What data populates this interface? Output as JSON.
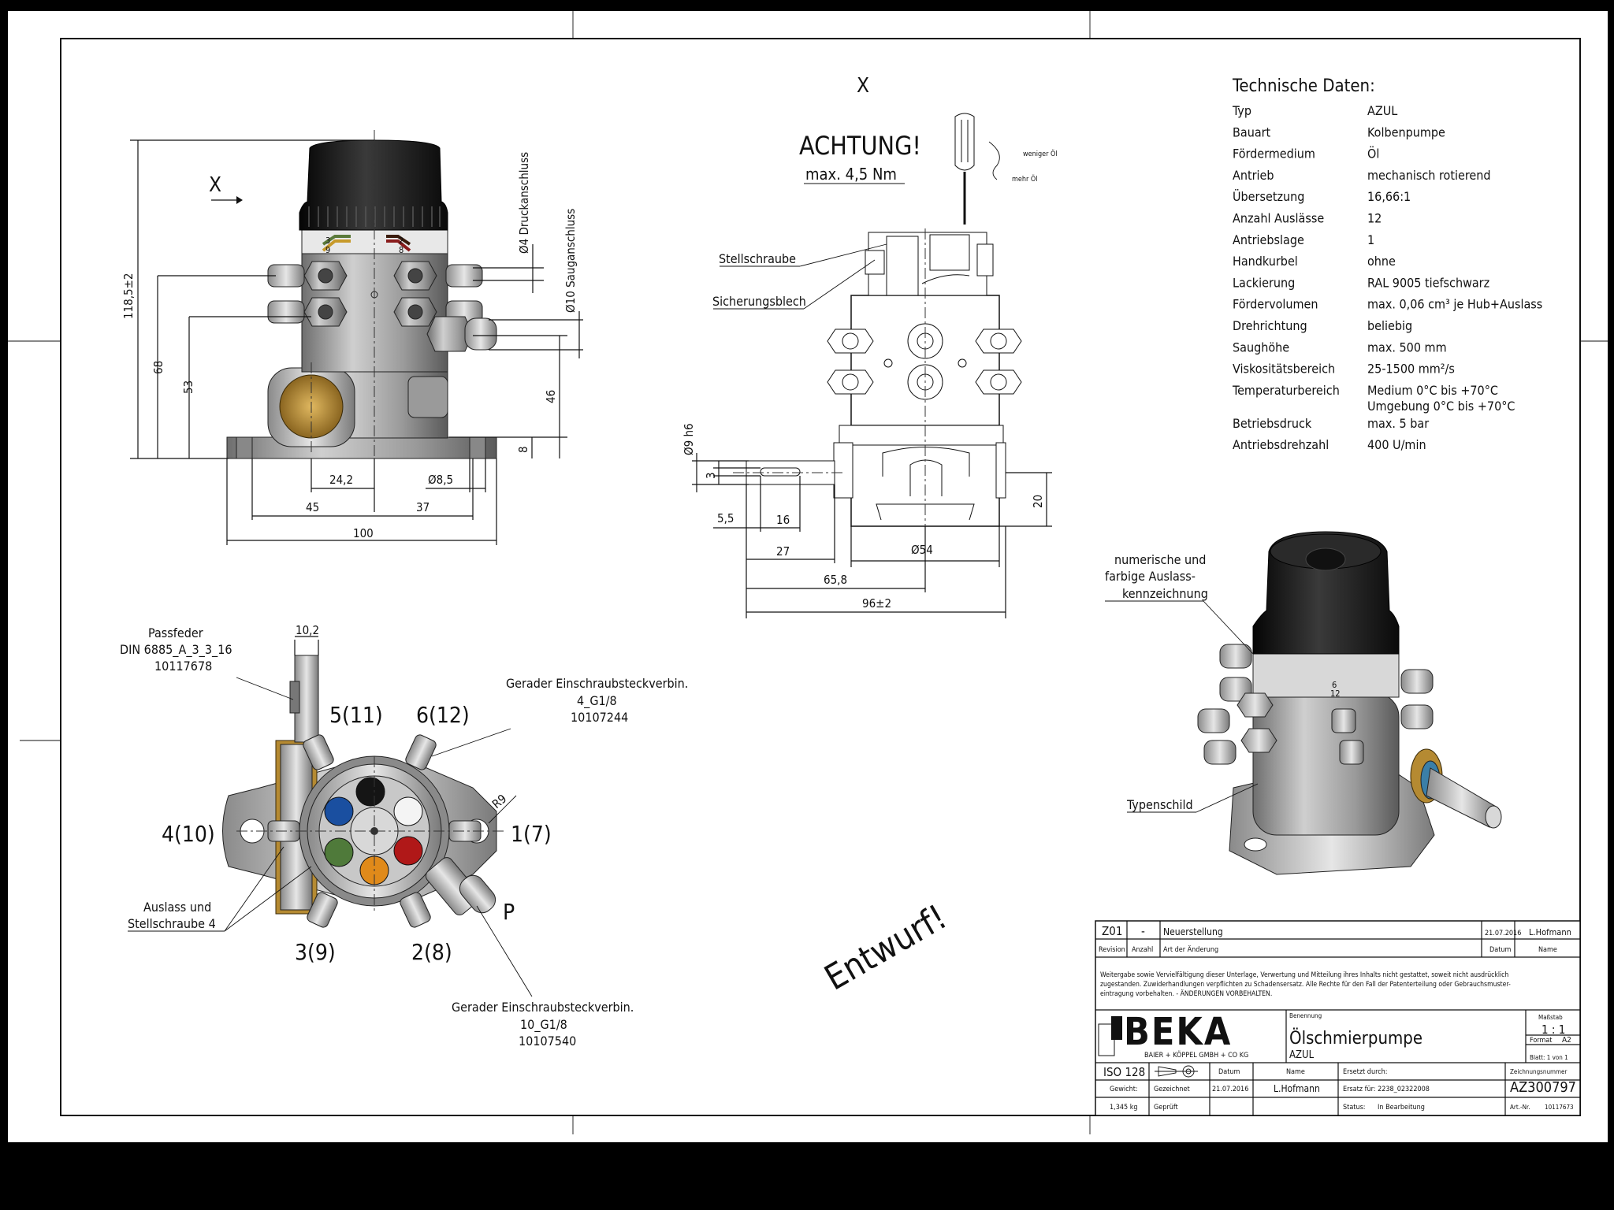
{
  "view_x_label": "X",
  "view_x_marker": "X",
  "warning": {
    "title": "ACHTUNG!",
    "torque": "max. 4,5 Nm"
  },
  "screwdriver": {
    "less": "weniger Öl",
    "more": "mehr Öl"
  },
  "front_view": {
    "port_pressure": "Ø4 Druckanschluss",
    "port_suction": "Ø10 Sauganschluss",
    "dims": {
      "height": "118,5±2",
      "d68": "68",
      "d53": "53",
      "d46": "46",
      "d8": "8",
      "d24": "24,2",
      "d85": "Ø8,5",
      "d45": "45",
      "d37": "37",
      "d100": "100"
    },
    "ring_marks": [
      "3",
      "9",
      "2",
      "8"
    ]
  },
  "side_view": {
    "stellschraube": "Stellschraube",
    "sicherungsblech": "Sicherungsblech",
    "dims": {
      "shaft": "Ø9 h6",
      "d3": "3",
      "d55": "5,5",
      "d16": "16",
      "d27": "27",
      "d658": "65,8",
      "d96": "96±2",
      "d54": "Ø54",
      "d20": "20"
    }
  },
  "top_view": {
    "passfeder": [
      "Passfeder",
      "DIN 6885_A_3_3_16",
      "10117678"
    ],
    "d102": "10,2",
    "outlets": [
      "5(11)",
      "6(12)",
      "4(10)",
      "1(7)",
      "3(9)",
      "2(8)"
    ],
    "port_p": "P",
    "r9": "R9",
    "connector_small": [
      "Gerader Einschraubsteckverbin.",
      "4_G1/8",
      "10107244"
    ],
    "connector_large": [
      "Gerader Einschraubsteckverbin.",
      "10_G1/8",
      "10107540"
    ],
    "auslass": [
      "Auslass und",
      "Stellschraube 4"
    ]
  },
  "iso_view": {
    "callout_outlet": [
      "numerische und",
      "farbige Auslass-",
      "kennzeichnung"
    ],
    "callout_plate": "Typenschild",
    "ring_marks": [
      "6",
      "12"
    ]
  },
  "draft_stamp": "Entwurf!",
  "tech": {
    "title": "Technische Daten:",
    "rows": [
      {
        "k": "Typ",
        "v": "AZUL"
      },
      {
        "k": "Bauart",
        "v": "Kolbenpumpe"
      },
      {
        "k": "Fördermedium",
        "v": "Öl"
      },
      {
        "k": "Antrieb",
        "v": "mechanisch rotierend"
      },
      {
        "k": "Übersetzung",
        "v": "16,66:1"
      },
      {
        "k": "Anzahl Auslässe",
        "v": "12"
      },
      {
        "k": "Antriebslage",
        "v": "1"
      },
      {
        "k": "Handkurbel",
        "v": "ohne"
      },
      {
        "k": "Lackierung",
        "v": "RAL 9005 tiefschwarz"
      },
      {
        "k": "Fördervolumen",
        "v": "max. 0,06 cm³ je Hub+Auslass"
      },
      {
        "k": "Drehrichtung",
        "v": "beliebig"
      },
      {
        "k": "Saughöhe",
        "v": "max. 500 mm"
      },
      {
        "k": "Viskositätsbereich",
        "v": "25-1500 mm²/s"
      },
      {
        "k": "Temperaturbereich",
        "v": "Medium      0°C bis +70°C",
        "v2": "Umgebung 0°C bis +70°C"
      },
      {
        "k": "Betriebsdruck",
        "v": "max. 5 bar"
      },
      {
        "k": "Antriebsdrehzahl",
        "v": "400 U/min"
      }
    ]
  },
  "titleblock": {
    "rev": "Z01",
    "count": "-",
    "change": "Neuerstellung",
    "date": "21.07.2016",
    "name": "L.Hofmann",
    "hdr_rev": "Revision",
    "hdr_count": "Anzahl",
    "hdr_change": "Art der Änderung",
    "hdr_date": "Datum",
    "hdr_name": "Name",
    "notice": [
      "Weitergabe sowie Vervielfältigung dieser Unterlage, Verwertung und Mitteilung ihres Inhalts nicht gestattet, soweit nicht ausdrücklich",
      "zugestanden. Zuwiderhandlungen verpflichten zu Schadensersatz. Alle Rechte für den Fall der Patenterteilung oder Gebrauchsmuster-",
      "eintragung vorbehalten.  -  ÄNDERUNGEN VORBEHALTEN."
    ],
    "logo": "BEKA",
    "logo_sub": "BAIER + KÖPPEL GMBH + CO KG",
    "benennung_label": "Benennung",
    "title": "Ölschmierpumpe",
    "subtitle": "AZUL",
    "massstab_label": "Maßstab",
    "scale": "1 : 1",
    "format_label": "Format",
    "format": "A2",
    "sheet": "Blatt: 1 von 1",
    "iso": "ISO 128",
    "datum_label": "Datum",
    "name_label": "Name",
    "ersetzt_durch": "Ersetzt durch:",
    "zeichnungsnummer_label": "Zeichnungsnummer",
    "drawing_no": "AZ300797",
    "gewicht_label": "Gewicht:",
    "gezeichnet": "Gezeichnet",
    "drawn_date": "21.07.2016",
    "drawn_name": "L.Hofmann",
    "ersatz_fuer": "Ersatz für: 2238_02322008",
    "weight": "1,345 kg",
    "geprueft": "Geprüft",
    "status_label": "Status:",
    "status": "In Bearbeitung",
    "artnr_label": "Art.-Nr.",
    "artnr": "10117673"
  }
}
